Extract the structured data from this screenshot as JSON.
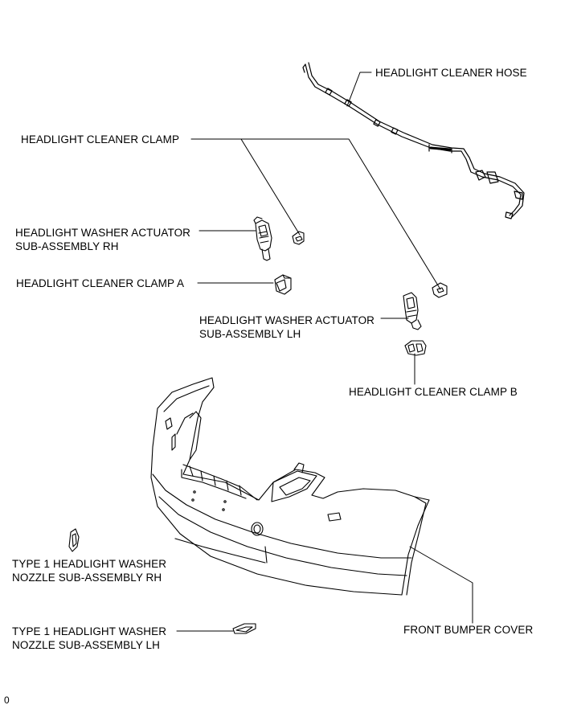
{
  "labels": {
    "hose": "HEADLIGHT CLEANER HOSE",
    "clamp": "HEADLIGHT CLEANER CLAMP",
    "actuator_rh": [
      "HEADLIGHT WASHER ACTUATOR",
      "SUB-ASSEMBLY RH"
    ],
    "clamp_a": "HEADLIGHT CLEANER CLAMP A",
    "actuator_lh": [
      "HEADLIGHT WASHER ACTUATOR",
      "SUB-ASSEMBLY LH"
    ],
    "clamp_b": "HEADLIGHT CLEANER CLAMP B",
    "nozzle_rh": [
      "TYPE 1 HEADLIGHT WASHER",
      "NOZZLE SUB-ASSEMBLY RH"
    ],
    "nozzle_lh": [
      "TYPE 1 HEADLIGHT WASHER",
      "NOZZLE SUB-ASSEMBLY LH"
    ],
    "bumper": "FRONT BUMPER COVER"
  },
  "figure_code": "0",
  "colors": {
    "line": "#000000",
    "background": "#ffffff"
  }
}
